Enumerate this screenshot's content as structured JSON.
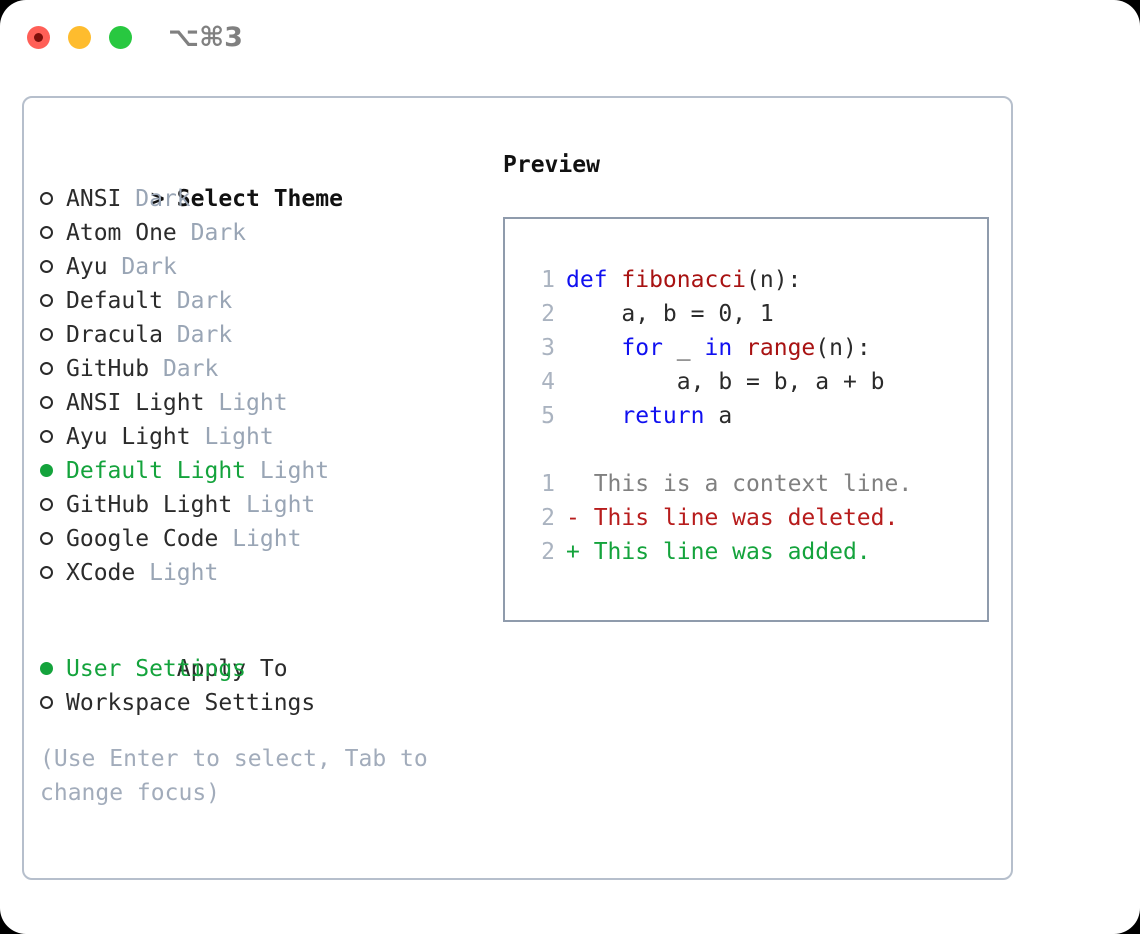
{
  "window": {
    "shortcut": "⌥⌘3",
    "traffic_lights": [
      {
        "name": "close",
        "color": "#ff5f57"
      },
      {
        "name": "minimize",
        "color": "#febc2e"
      },
      {
        "name": "maximize",
        "color": "#28c840"
      }
    ]
  },
  "colors": {
    "accent_green": "#14a33c",
    "tag_muted": "#99a5b5",
    "hint_muted": "#a2acbb",
    "keyword_blue": "#1010f0",
    "function_red": "#a81212",
    "diff_delete": "#b71c1c",
    "diff_add": "#14a33c",
    "panel_border": "#b6bfcc",
    "preview_border": "#8f9bac",
    "lineno": "#aab3c0"
  },
  "theme_list": {
    "header_marker": ">",
    "header": "Select Theme",
    "items": [
      {
        "marker": "o",
        "selected": false,
        "label": "ANSI",
        "tag": "Dark"
      },
      {
        "marker": "o",
        "selected": false,
        "label": "Atom One",
        "tag": "Dark"
      },
      {
        "marker": "o",
        "selected": false,
        "label": "Ayu",
        "tag": "Dark"
      },
      {
        "marker": "o",
        "selected": false,
        "label": "Default",
        "tag": "Dark"
      },
      {
        "marker": "o",
        "selected": false,
        "label": "Dracula",
        "tag": "Dark"
      },
      {
        "marker": "o",
        "selected": false,
        "label": "GitHub",
        "tag": "Dark"
      },
      {
        "marker": "o",
        "selected": false,
        "label": "ANSI Light",
        "tag": "Light"
      },
      {
        "marker": "o",
        "selected": false,
        "label": "Ayu Light",
        "tag": "Light"
      },
      {
        "marker": "●",
        "selected": true,
        "label": "Default Light",
        "tag": "Light"
      },
      {
        "marker": "o",
        "selected": false,
        "label": "GitHub Light",
        "tag": "Light"
      },
      {
        "marker": "o",
        "selected": false,
        "label": "Google Code",
        "tag": "Light"
      },
      {
        "marker": "o",
        "selected": false,
        "label": "XCode",
        "tag": "Light"
      }
    ]
  },
  "apply_to": {
    "header": "Apply To",
    "items": [
      {
        "selected": true,
        "label": "User Settings"
      },
      {
        "selected": false,
        "label": "Workspace Settings"
      }
    ]
  },
  "hint": "(Use Enter to select, Tab to change focus)",
  "preview": {
    "title": "Preview",
    "code_lines": [
      {
        "no": "1",
        "segments": [
          {
            "t": "def ",
            "c": "kw"
          },
          {
            "t": "fibonacci",
            "c": "fn"
          },
          {
            "t": "(n):",
            "c": "pl"
          }
        ]
      },
      {
        "no": "2",
        "segments": [
          {
            "t": "    a, b = 0, 1",
            "c": "pl"
          }
        ]
      },
      {
        "no": "3",
        "segments": [
          {
            "t": "    ",
            "c": "pl"
          },
          {
            "t": "for",
            "c": "kw"
          },
          {
            "t": " _ ",
            "c": "pl"
          },
          {
            "t": "in",
            "c": "kw"
          },
          {
            "t": " ",
            "c": "pl"
          },
          {
            "t": "range",
            "c": "fn"
          },
          {
            "t": "(n):",
            "c": "pl"
          }
        ]
      },
      {
        "no": "4",
        "segments": [
          {
            "t": "        a, b = b, a + b",
            "c": "pl"
          }
        ]
      },
      {
        "no": "5",
        "segments": [
          {
            "t": "    ",
            "c": "pl"
          },
          {
            "t": "return",
            "c": "kw"
          },
          {
            "t": " a",
            "c": "pl"
          }
        ]
      }
    ],
    "diff_lines": [
      {
        "no": "1",
        "sign": "  ",
        "text": "This is a context line.",
        "style": "ctx"
      },
      {
        "no": "2",
        "sign": "- ",
        "text": "This line was deleted.",
        "style": "del"
      },
      {
        "no": "2",
        "sign": "+ ",
        "text": "This line was added.",
        "style": "add"
      }
    ]
  }
}
